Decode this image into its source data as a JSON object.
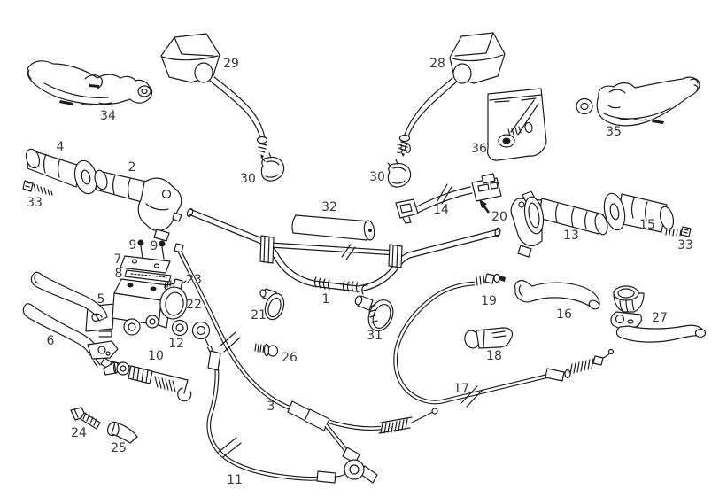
{
  "diagram": {
    "colors": {
      "background": "#ffffff",
      "line": "#1c1c1c",
      "label": "#3a3a3a"
    },
    "labels": {
      "handlebar": "1",
      "throttle_tube": "2",
      "throttle_cable": "3",
      "grip_left": "4",
      "brake_lever": "5",
      "clutch_lever": "6",
      "reservoir_cap": "7",
      "cap_gasket": "8",
      "cap_screw_a": "9",
      "cap_screw_b": "9",
      "piston_kit": "10",
      "brake_hose": "11",
      "washer": "12",
      "throttle_housing": "13",
      "switch_cable": "14",
      "grip_right": "15",
      "lever_blade": "16",
      "clutch_cable": "17",
      "cable_guide": "18",
      "cable_adjuster": "19",
      "cable_clamp": "20",
      "hose_clamp_small": "21",
      "mc_clamp": "22",
      "clamp_screw": "23",
      "banjo_bolt": "24",
      "boot": "25",
      "flange_screw": "26",
      "brake_lever_assy": "27",
      "mirror_right": "28",
      "mirror_left": "29",
      "mirror_clamp_left": "30",
      "mirror_clamp_right": "30",
      "mirror_stem_clamp": "30",
      "hose_clamp_large": "31",
      "bar_pad": "32",
      "grip_screw_left": "33",
      "grip_screw_right": "33",
      "handguard_left": "34",
      "handguard_right": "35",
      "hardware_bag": "36"
    }
  }
}
